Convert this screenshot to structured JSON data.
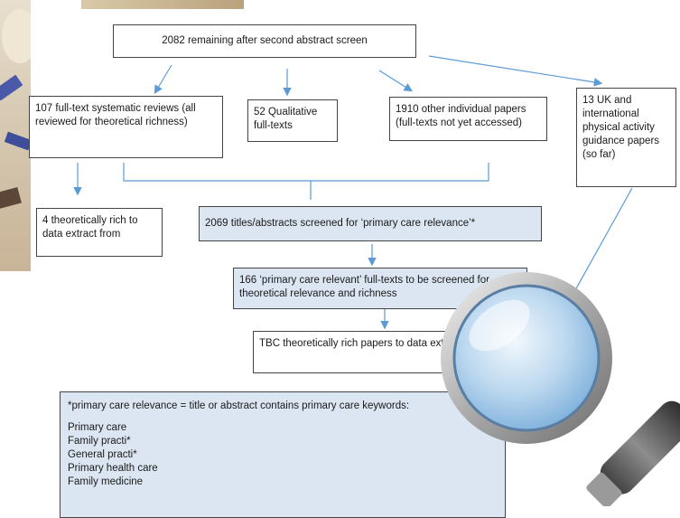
{
  "nodes": {
    "top": "2082 remaining after second abstract screen",
    "systematic_reviews": "107 full-text systematic reviews (all reviewed for theoretical richness)",
    "qualitative": "52 Qualitative full-texts",
    "other_papers": "1910 other individual papers (full-texts not yet accessed)",
    "guidance": "13 UK and international physical activity guidance papers (so far)",
    "rich_extract": "4 theoretically rich to data extract from",
    "titles_screened": "2069 titles/abstracts screened for ‘primary care relevance’*",
    "primary_care_relevant": "166 ‘primary care relevant’ full-texts to be screened for theoretical relevance and richness",
    "tbc": "TBC theoretically rich papers to data extract from"
  },
  "keywords_box": {
    "heading": "*primary care relevance = title or abstract contains primary care keywords:",
    "keywords": [
      "Primary care",
      "Family practi*",
      "General practi*",
      "Primary health care",
      "Family medicine"
    ]
  },
  "colors": {
    "arrow": "#5b9bd5",
    "box_fill_blue": "#dce6f2",
    "border": "#444444",
    "magnifier_lens": "#9fc6e8",
    "magnifier_rim": "#8a8a8a"
  }
}
